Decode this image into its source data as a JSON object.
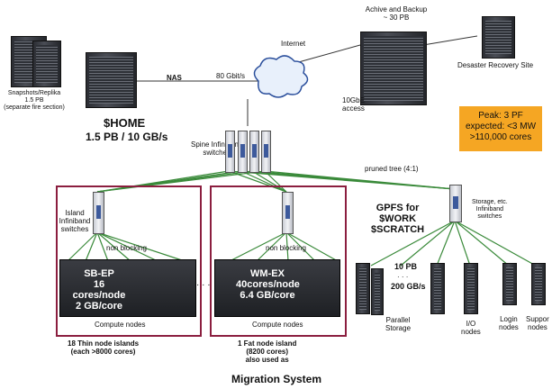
{
  "labels": {
    "snapshots": [
      "Snapshots/Replika",
      "1.5 PB",
      "(separate fire section)"
    ],
    "nas": "NAS",
    "gbit": "80 Gbit/s",
    "internet": "Internet",
    "archive": [
      "Achive and Backup",
      "~ 30 PB"
    ],
    "disaster": "Desaster Recovery Site",
    "tengbe": [
      "10GbE",
      "access"
    ],
    "home_title": "$HOME",
    "home_sub": "1.5 PB / 10 GB/s",
    "spine": [
      "Spine Infiniband",
      "switches"
    ],
    "peak": [
      "Peak: 3 PF",
      "expected: <3 MW",
      ">110,000 cores"
    ],
    "pruned": "pruned tree (4:1)",
    "island_sw": [
      "Island",
      "Infiniband",
      "switches"
    ],
    "nonblocking1": "non blocking",
    "nonblocking2": "non blocking",
    "sbep": [
      "SB-EP",
      "16 cores/node",
      "2 GB/core"
    ],
    "wmex": [
      "WM-EX",
      "40cores/node",
      "6.4 GB/core"
    ],
    "compute1": "Compute nodes",
    "compute2": "Compute nodes",
    "ellipsis": "· · ·",
    "gpfs": [
      "GPFS for",
      "$WORK",
      "$SCRATCH"
    ],
    "storage_sw": [
      "Storage, etc.",
      "Infiniband",
      "switches"
    ],
    "pb10": "10 PB",
    "dots": "· · ·",
    "gbs200": "200 GB/s",
    "parallel": [
      "Parallel",
      "Storage"
    ],
    "io": [
      "I/O",
      "nodes"
    ],
    "login": [
      "Login",
      "nodes"
    ],
    "support": [
      "Suppor",
      "nodes"
    ],
    "thin": [
      "18 Thin node islands",
      "(each >8000 cores)"
    ],
    "fat": [
      "1 Fat node island",
      "(8200 cores)",
      "also used as"
    ],
    "migration": "Migration System"
  },
  "colors": {
    "accent_box": "#8b1e3f",
    "peak_bg": "#f5a623",
    "links": "#3a8a3a"
  }
}
